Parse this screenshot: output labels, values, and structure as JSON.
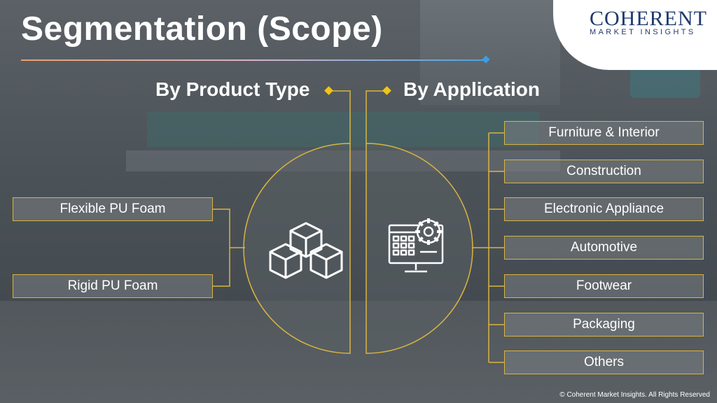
{
  "title": "Segmentation (Scope)",
  "logo": {
    "name": "COHERENT",
    "tagline": "MARKET INSIGHTS"
  },
  "product_type": {
    "heading": "By Product Type",
    "items": [
      "Flexible PU Foam",
      "Rigid PU Foam"
    ]
  },
  "application": {
    "heading": "By Application",
    "items": [
      "Furniture & Interior",
      "Construction",
      "Electronic Appliance",
      "Automotive",
      "Footwear",
      "Packaging",
      "Others"
    ]
  },
  "icons": {
    "product": "cubes-icon",
    "application": "monitor-gear-icon"
  },
  "colors": {
    "accent": "#d9b441",
    "title_rule_end": "#3d9ee0",
    "logo": "#1f3a6e"
  },
  "copyright": "© Coherent Market Insights. All Rights Reserved"
}
